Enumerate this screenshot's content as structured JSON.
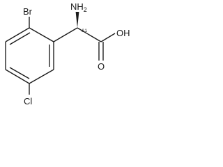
{
  "molecule": {
    "atoms": {
      "amine": "NH",
      "amine_subscript": "2",
      "hydroxyl": "OH",
      "carbonyl_oxygen": "O",
      "bromine": "Br",
      "chlorine": "Cl"
    },
    "stereo_marker": "&1"
  },
  "colors": {
    "ink": "#1a1a1a",
    "background": "#ffffff"
  }
}
